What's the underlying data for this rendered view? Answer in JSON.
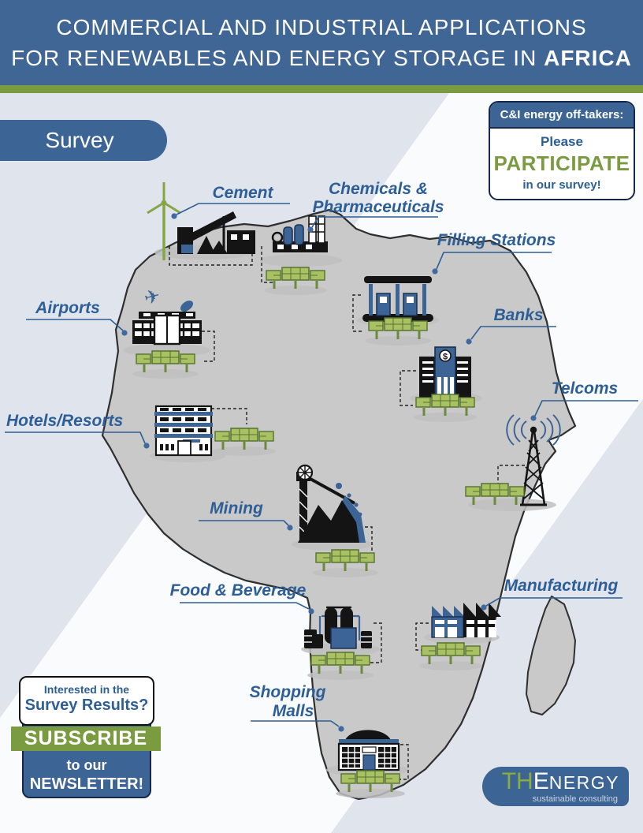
{
  "header": {
    "line1": "COMMERCIAL AND INDUSTRIAL APPLICATIONS",
    "line2": "FOR RENEWABLES AND ENERGY STORAGE IN ",
    "line2_bold": "AFRICA"
  },
  "survey_badge": {
    "label": "Survey"
  },
  "cta_box": {
    "header": "C&I energy off-takers:",
    "line1": "Please",
    "line2": "PARTICIPATE",
    "line3": "in our survey!"
  },
  "map": {
    "region": "Africa",
    "sites": [
      {
        "label": "Cement"
      },
      {
        "label": "Chemicals &",
        "label2": "Pharmaceuticals"
      },
      {
        "label": "Filling Stations"
      },
      {
        "label": "Banks"
      },
      {
        "label": "Airports"
      },
      {
        "label": "Telcoms"
      },
      {
        "label": "Hotels/Resorts"
      },
      {
        "label": "Mining"
      },
      {
        "label": "Food & Beverage"
      },
      {
        "label": "Manufacturing"
      },
      {
        "label": "Shopping",
        "label2": "Malls"
      }
    ]
  },
  "results_box": {
    "line1": "Interested in the",
    "line2": "Survey Results?",
    "subscribe": "SUBSCRIBE",
    "line3": "to our",
    "line4": "NEWSLETTER!"
  },
  "logo": {
    "th": "TH",
    "e": "E",
    "nergy": "NERGY",
    "tagline": "sustainable consulting"
  },
  "colors": {
    "header_blue": "#3f6695",
    "accent_blue": "#3c6494",
    "label_blue": "#2d5e95",
    "green": "#7a9b40",
    "solar_green": "#a9c163",
    "map_gray": "#c9c9c9",
    "background": "#dfe4ed",
    "band_white": "#fafbfd"
  }
}
